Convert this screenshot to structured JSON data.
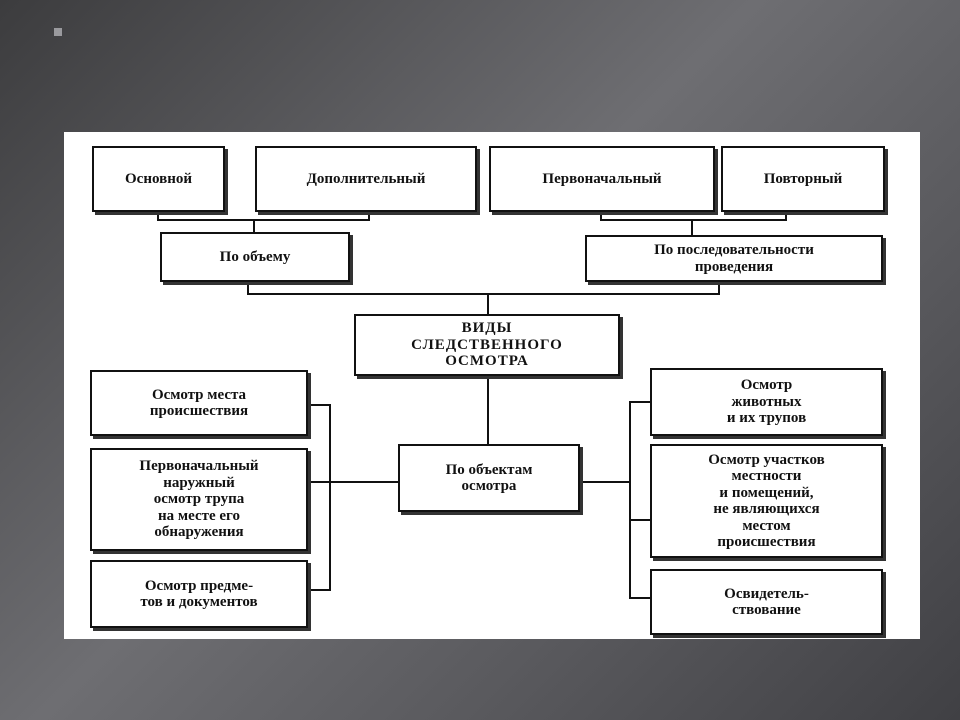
{
  "diagram": {
    "center": "ВИДЫ\nСЛЕДСТВЕННОГО\nОСМОТРА",
    "volume": {
      "label": "По объему",
      "items": [
        "Основной",
        "Дополнительный"
      ]
    },
    "sequence": {
      "label": "По последовательности\nпроведения",
      "items": [
        "Первоначальный",
        "Повторный"
      ]
    },
    "objects": {
      "label": "По объектам\nосмотра",
      "left_items": [
        "Осмотр места\nпроисшествия",
        "Первоначальный\nнаружный\nосмотр трупа\nна месте его\nобнаружения",
        "Осмотр предме-\nтов и документов"
      ],
      "right_items": [
        "Осмотр\nживотных\nи их трупов",
        "Осмотр участков\nместности\nи помещений,\nне являющихся\nместом\nпроисшествия",
        "Освидетель-\nствование"
      ]
    }
  }
}
